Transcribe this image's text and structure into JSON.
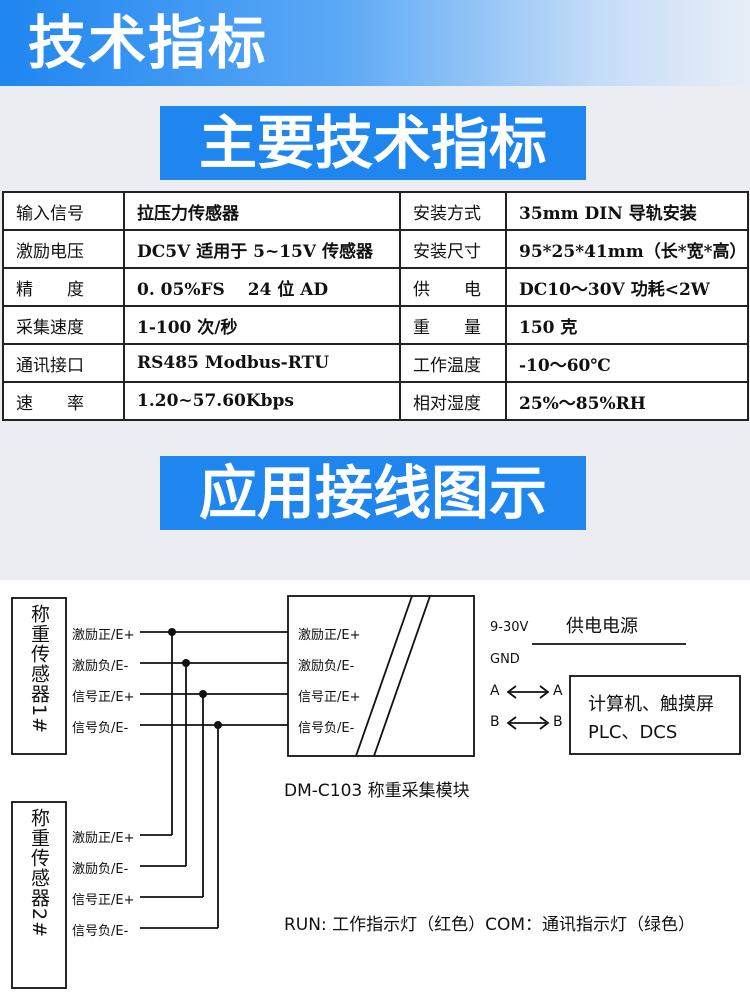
{
  "banner": {
    "title": "技术指标"
  },
  "sections": {
    "spec_title": "主要技术指标",
    "wiring_title": "应用接线图示"
  },
  "spec_rows": [
    [
      "输入信号",
      "拉压力传感器",
      "安装方式",
      "35mm DIN 导轨安装"
    ],
    [
      "激励电压",
      "DC5V 适用于 5~15V 传感器",
      "安装尺寸",
      "95*25*41mm（长*宽*高）"
    ],
    [
      "精　　度",
      "0. 05%FS　 24 位 AD",
      "供　　电",
      "DC10～30V 功耗<2W"
    ],
    [
      "采集速度",
      "1-100 次/秒",
      "重　　量",
      "150 克"
    ],
    [
      "通讯接口",
      "RS485 Modbus-RTU",
      "工作温度",
      "-10～60℃"
    ],
    [
      "速　　率",
      "1.20~57.60Kbps",
      "相对湿度",
      "25%～85%RH"
    ]
  ],
  "diagram": {
    "sensor1": "称重传感器1#",
    "sensor2": "称重传感器2#",
    "signals": [
      "激励正/E+",
      "激励负/E-",
      "信号正/E+",
      "信号负/E-"
    ],
    "module_name": "DM-C103 称重采集模块",
    "power_voltage": "9-30V",
    "power_gnd": "GND",
    "power_label": "供电电源",
    "port_a": "A",
    "port_b": "B",
    "host_line1": "计算机、触摸屏",
    "host_line2": "PLC、DCS",
    "legend": "RUN: 工作指示灯（红色）COM：通讯指示灯（绿色）"
  }
}
